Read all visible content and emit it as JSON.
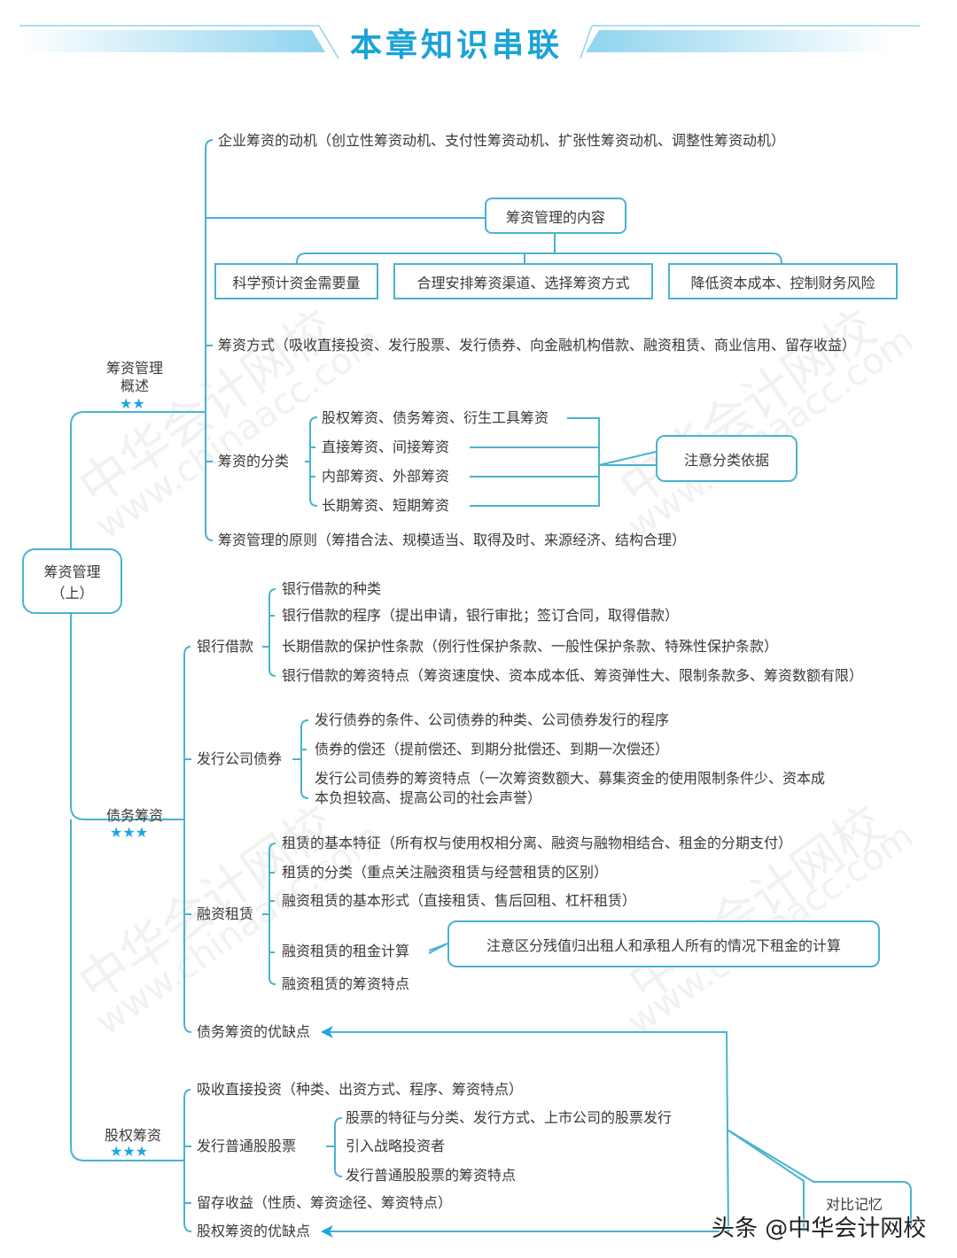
{
  "header": {
    "title": "本章知识串联"
  },
  "root": {
    "label_line1": "筹资管理",
    "label_line2": "（上）"
  },
  "sections": [
    {
      "id": "overview",
      "label_line1": "筹资管理",
      "label_line2": "概述",
      "stars": "★★",
      "items": {
        "motive": "企业筹资的动机（创立性筹资动机、支付性筹资动机、扩张性筹资动机、调整性筹资动机）",
        "content_title": "筹资管理的内容",
        "content_items": [
          "科学预计资金需要量",
          "合理安排筹资渠道、选择筹资方式",
          "降低资本成本、控制财务风险"
        ],
        "methods": "筹资方式（吸收直接投资、发行股票、发行债券、向金融机构借款、融资租赁、商业信用、留存收益）",
        "classification": "筹资的分类",
        "classification_items": [
          "股权筹资、债务筹资、衍生工具筹资",
          "直接筹资、间接筹资",
          "内部筹资、外部筹资",
          "长期筹资、短期筹资"
        ],
        "classification_note": "注意分类依据",
        "principles": "筹资管理的原则（筹措合法、规模适当、取得及时、来源经济、结构合理）"
      }
    },
    {
      "id": "debt",
      "label": "债务筹资",
      "stars": "★★★",
      "bank_loan": {
        "label": "银行借款",
        "items": [
          "银行借款的种类",
          "银行借款的程序（提出申请，银行审批；签订合同，取得借款）",
          "长期借款的保护性条款（例行性保护条款、一般性保护条款、特殊性保护条款）",
          "银行借款的筹资特点（筹资速度快、资本成本低、筹资弹性大、限制条款多、筹资数额有限）"
        ]
      },
      "bonds": {
        "label": "发行公司债券",
        "items": [
          "发行债券的条件、公司债券的种类、公司债券发行的程序",
          "债券的偿还（提前偿还、到期分批偿还、到期一次偿还）",
          "发行公司债券的筹资特点（一次筹资数额大、募集资金的使用限制条件少、资本成",
          "本负担较高、提高公司的社会声誉）"
        ]
      },
      "leasing": {
        "label": "融资租赁",
        "items": [
          "租赁的基本特征（所有权与使用权相分离、融资与融物相结合、租金的分期支付）",
          "租赁的分类（重点关注融资租赁与经营租赁的区别）",
          "融资租赁的基本形式（直接租赁、售后回租、杠杆租赁）",
          "融资租赁的租金计算",
          "融资租赁的筹资特点"
        ],
        "note": "注意区分残值归出租人和承租人所有的情况下租金的计算"
      },
      "pros_cons": "债务筹资的优缺点"
    },
    {
      "id": "equity",
      "label": "股权筹资",
      "stars": "★★★",
      "direct_investment": "吸收直接投资（种类、出资方式、程序、筹资特点）",
      "common_stock": {
        "label": "发行普通股股票",
        "items": [
          "股票的特征与分类、发行方式、上市公司的股票发行",
          "引入战略投资者",
          "发行普通股股票的筹资特点"
        ]
      },
      "retained_earnings": "留存收益（性质、筹资途径、筹资特点）",
      "pros_cons": "股权筹资的优缺点",
      "compare_note": "对比记忆"
    }
  ],
  "watermark": {
    "cn": "中华会计网校",
    "url": "www.chinaacc.com"
  },
  "footer": {
    "credit": "头条 @中华会计网校"
  },
  "colors": {
    "line": "#4ab3cf",
    "title": "#1aa3d8",
    "star": "#1ea5e0",
    "text": "#3a3a3a"
  }
}
